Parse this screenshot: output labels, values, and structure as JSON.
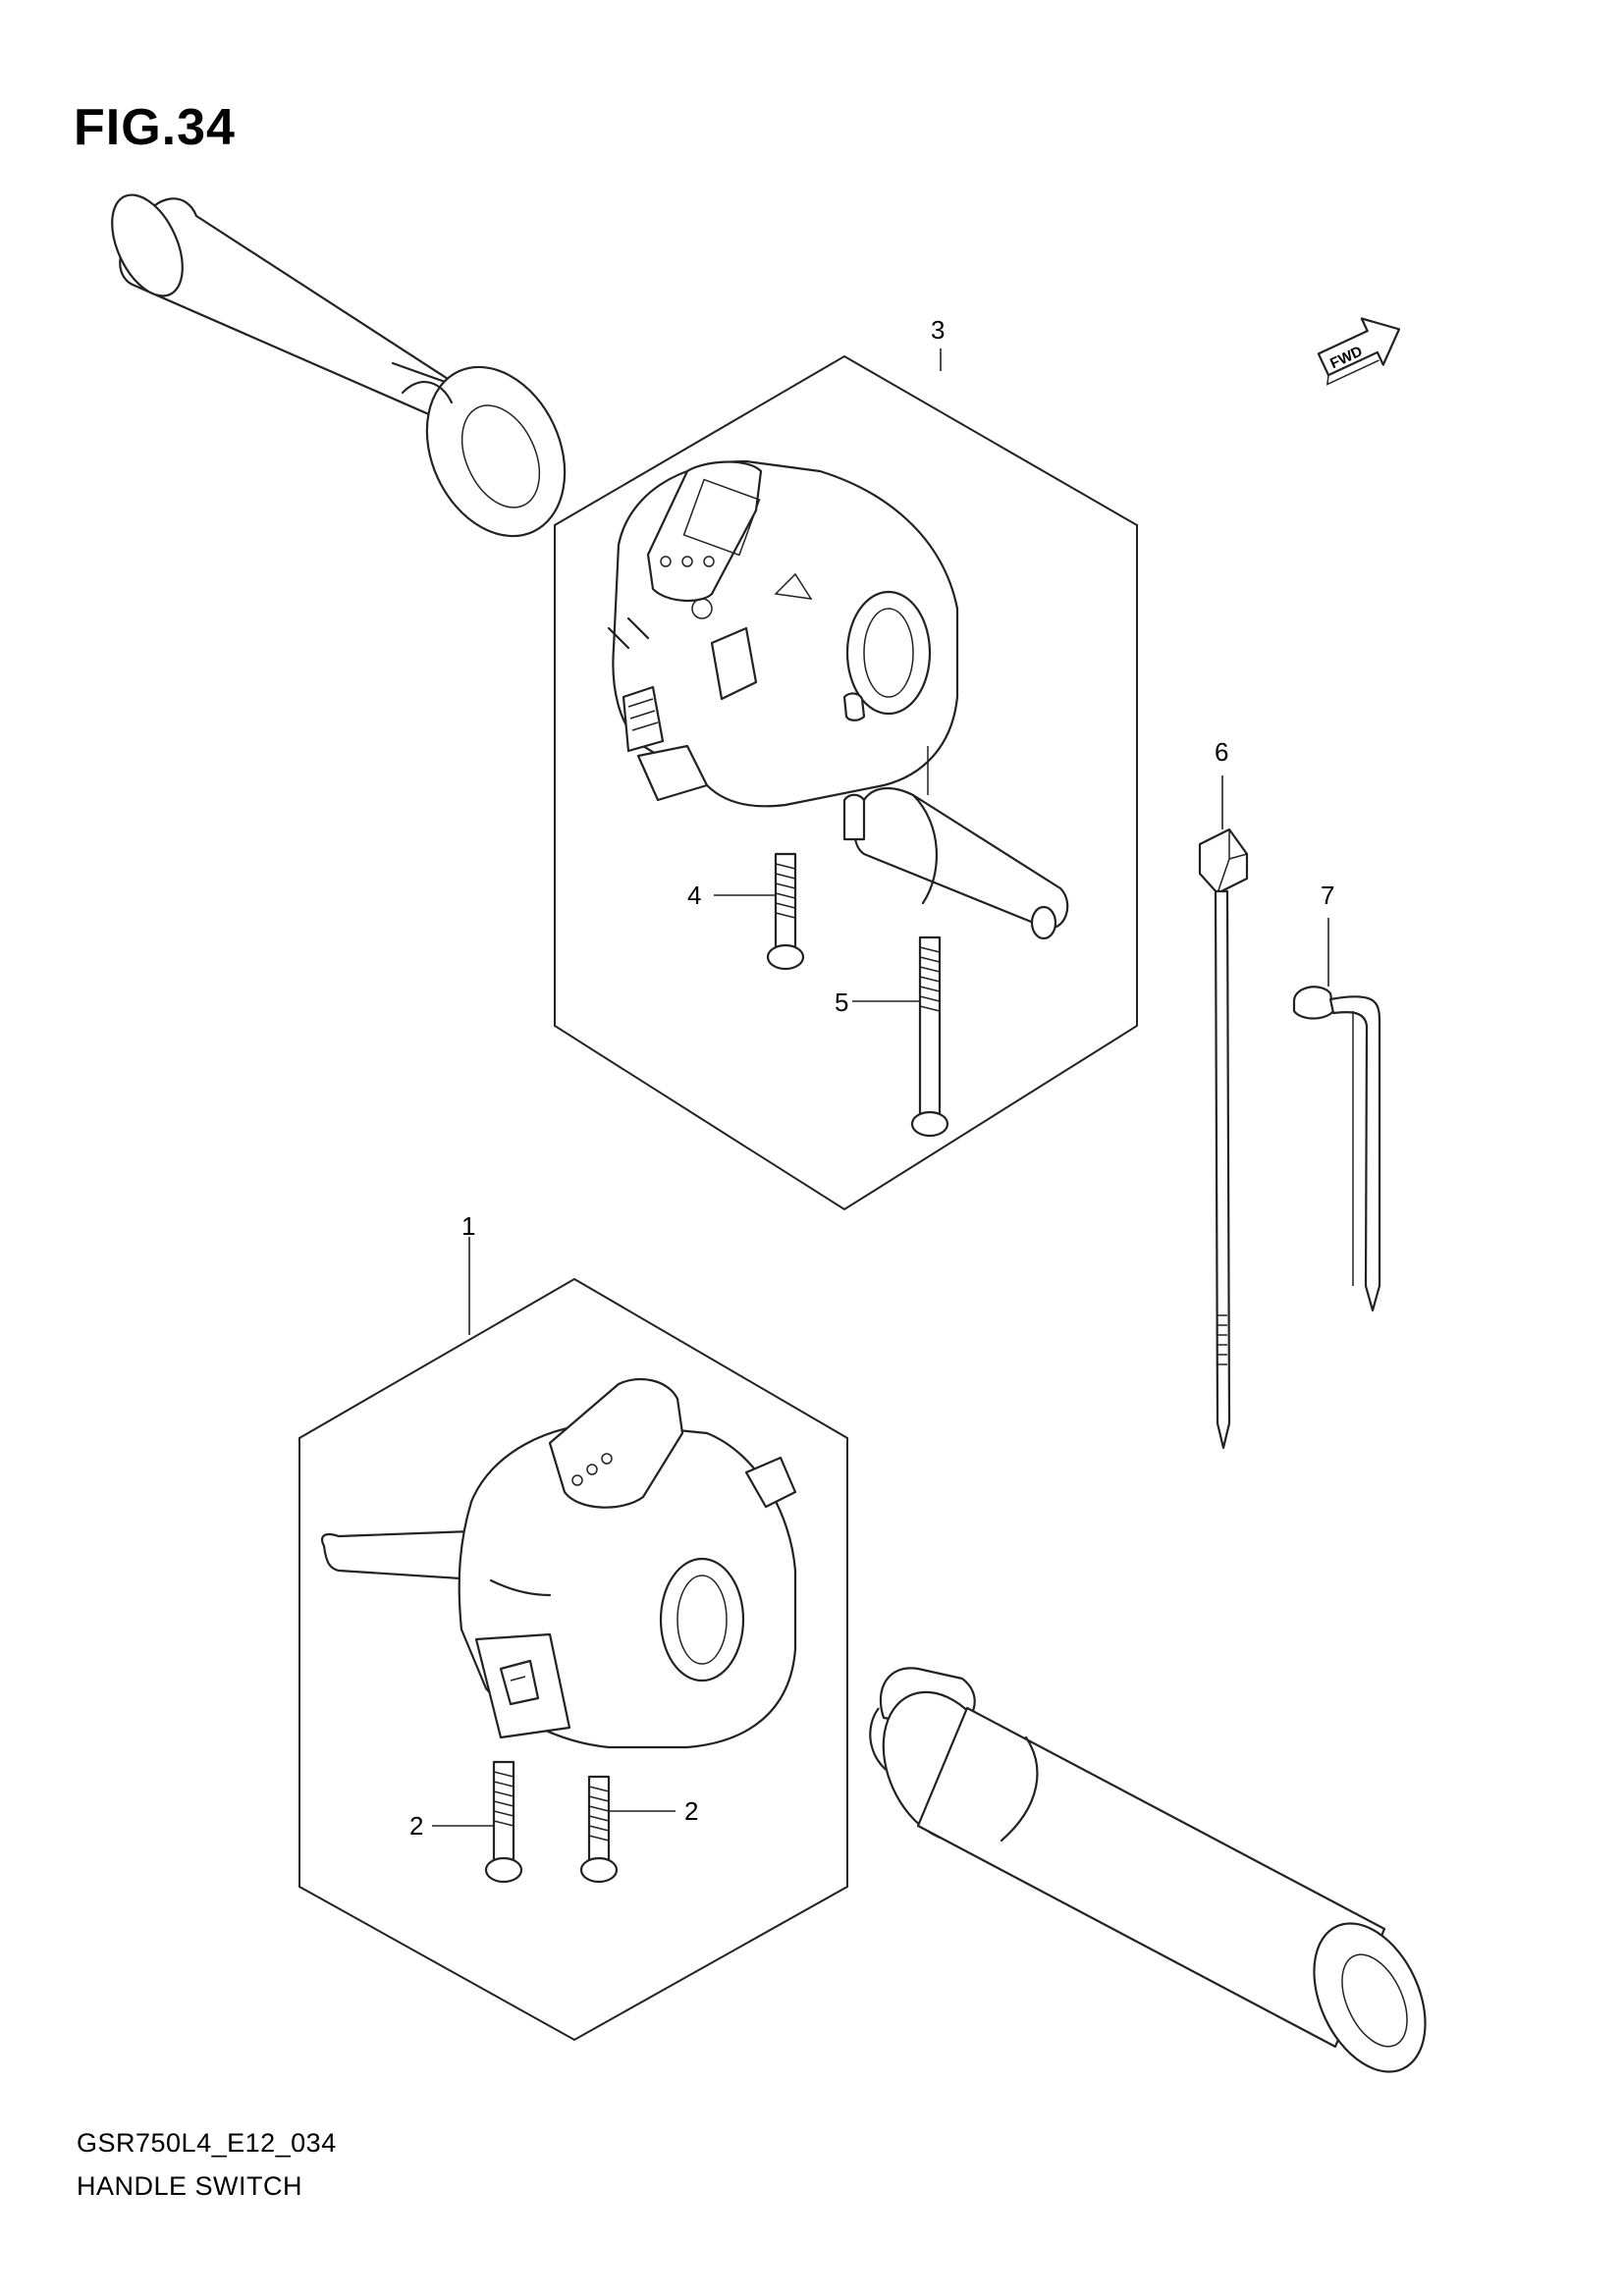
{
  "figure": {
    "title": "FIG.34",
    "code": "GSR750L4_E12_034",
    "name": "HANDLE SWITCH",
    "fwd_label": "FWD"
  },
  "callouts": {
    "c1": "1",
    "c2a": "2",
    "c2b": "2",
    "c3": "3",
    "c4": "4",
    "c5": "5",
    "c6": "6",
    "c7": "7"
  }
}
